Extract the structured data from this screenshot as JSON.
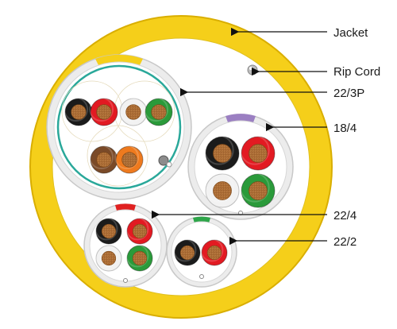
{
  "labels": {
    "jacket": "Jacket",
    "rip_cord": "Rip Cord",
    "pair_22_3p": "22/3P",
    "cable_18_4": "18/4",
    "cable_22_4": "22/4",
    "cable_22_2": "22/2"
  },
  "colors": {
    "jacket": "#f5cf1a",
    "jacket_edge": "#d9ae00",
    "sub_jacket": "#e9e9e9",
    "foil_shield": "#2aa89a",
    "conductor_copper": "#b9773d",
    "stripe_yellow": "#f5cf1a",
    "stripe_purple": "#9b7fc2",
    "stripe_red": "#e02020",
    "stripe_green": "#2ea64a",
    "insulation_black": "#1b1b1b",
    "insulation_red": "#e21a22",
    "insulation_white": "#f2f2f2",
    "insulation_green": "#2a9a3a",
    "insulation_brown": "#7a4a28",
    "insulation_orange": "#ee7a1e"
  }
}
